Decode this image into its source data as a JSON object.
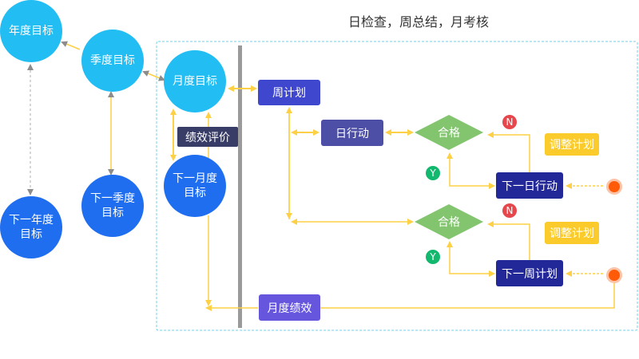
{
  "title": "日检查，周总结，月考核",
  "colors": {
    "light_blue": "#21bdf3",
    "blue": "#1f6ef0",
    "indigo": "#3f47cf",
    "indigo_mid": "#4d4fa7",
    "navy": "#232899",
    "purple": "#6656dd",
    "slate": "#383d68",
    "green_diamond": "#83c56f",
    "yellow": "#fbcb2b",
    "red_badge": "#e5474d",
    "green_badge": "#12b86d",
    "connector": "#fdd046",
    "start_dot": "#fe5a07"
  },
  "nodes": {
    "annual_goal": "年度目标",
    "quarter_goal": "季度目标",
    "month_goal": "月度目标",
    "next_annual_goal": [
      "下一年度",
      "目标"
    ],
    "next_quarter_goal": [
      "下一季度",
      "目标"
    ],
    "next_month_goal": [
      "下一月度",
      "目标"
    ],
    "performance_review": "绩效评价",
    "weekly_plan": "周计划",
    "daily_action": "日行动",
    "qualified_1": "合格",
    "qualified_2": "合格",
    "next_daily_action": "下一日行动",
    "next_weekly_plan": "下一周计划",
    "adjust_plan_1": "调整计划",
    "adjust_plan_2": "调整计划",
    "monthly_performance": "月度绩效",
    "no_badge": "N",
    "yes_badge": "Y"
  }
}
